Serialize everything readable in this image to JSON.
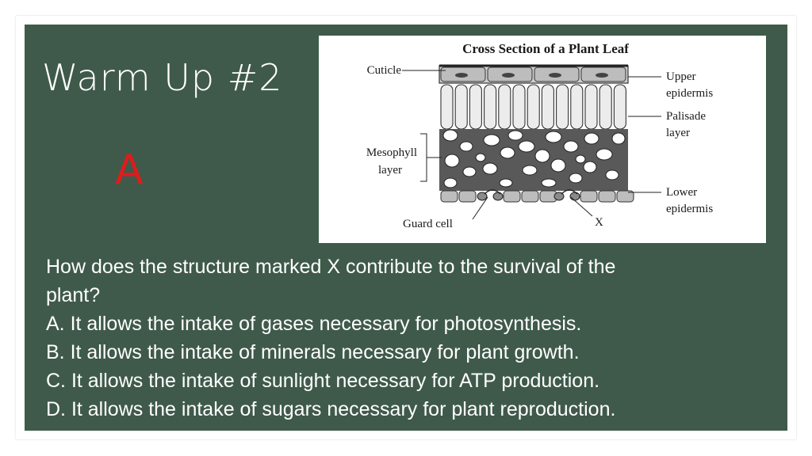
{
  "slide": {
    "title": "Warm Up #2",
    "answer": "A",
    "answer_color": "#e01b1b",
    "background_color": "#3f5a4a"
  },
  "diagram": {
    "title": "Cross Section of a Plant Leaf",
    "labels": {
      "cuticle": "Cuticle",
      "upper_epidermis_1": "Upper",
      "upper_epidermis_2": "epidermis",
      "palisade_1": "Palisade",
      "palisade_2": "layer",
      "mesophyll_1": "Mesophyll",
      "mesophyll_2": "layer",
      "lower_epidermis_1": "Lower",
      "lower_epidermis_2": "epidermis",
      "guard_cell": "Guard cell",
      "x": "X"
    }
  },
  "question": {
    "stem_line1": "How does the structure marked X contribute to the survival of the",
    "stem_line2": "plant?",
    "options": [
      "A. It allows the intake of gases necessary for photosynthesis.",
      "B. It allows the intake of minerals necessary for plant growth.",
      "C. It allows the intake of sunlight necessary for ATP production.",
      "D. It allows the intake of sugars necessary for plant reproduction."
    ]
  }
}
